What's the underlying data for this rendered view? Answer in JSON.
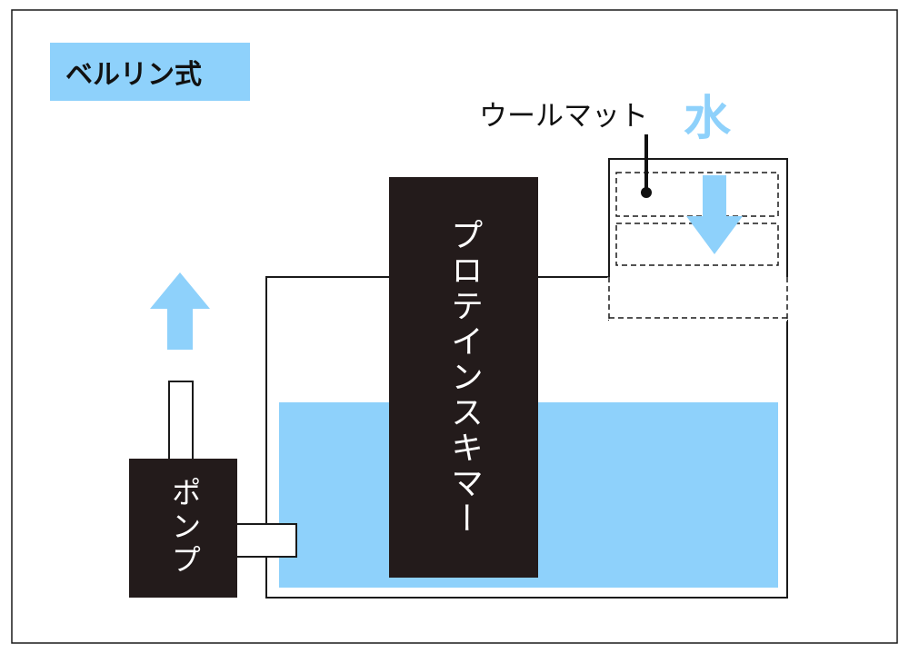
{
  "title": "ベルリン式",
  "labels": {
    "wool_mat": "ウールマット",
    "water": "水",
    "protein_skimmer": "プロテインスキマー",
    "pump": "ポンプ"
  },
  "colors": {
    "water": "#8ed1fb",
    "dark_box": "#231b1b",
    "title_bg": "#8ed1fb",
    "line": "#1a1a1a"
  }
}
